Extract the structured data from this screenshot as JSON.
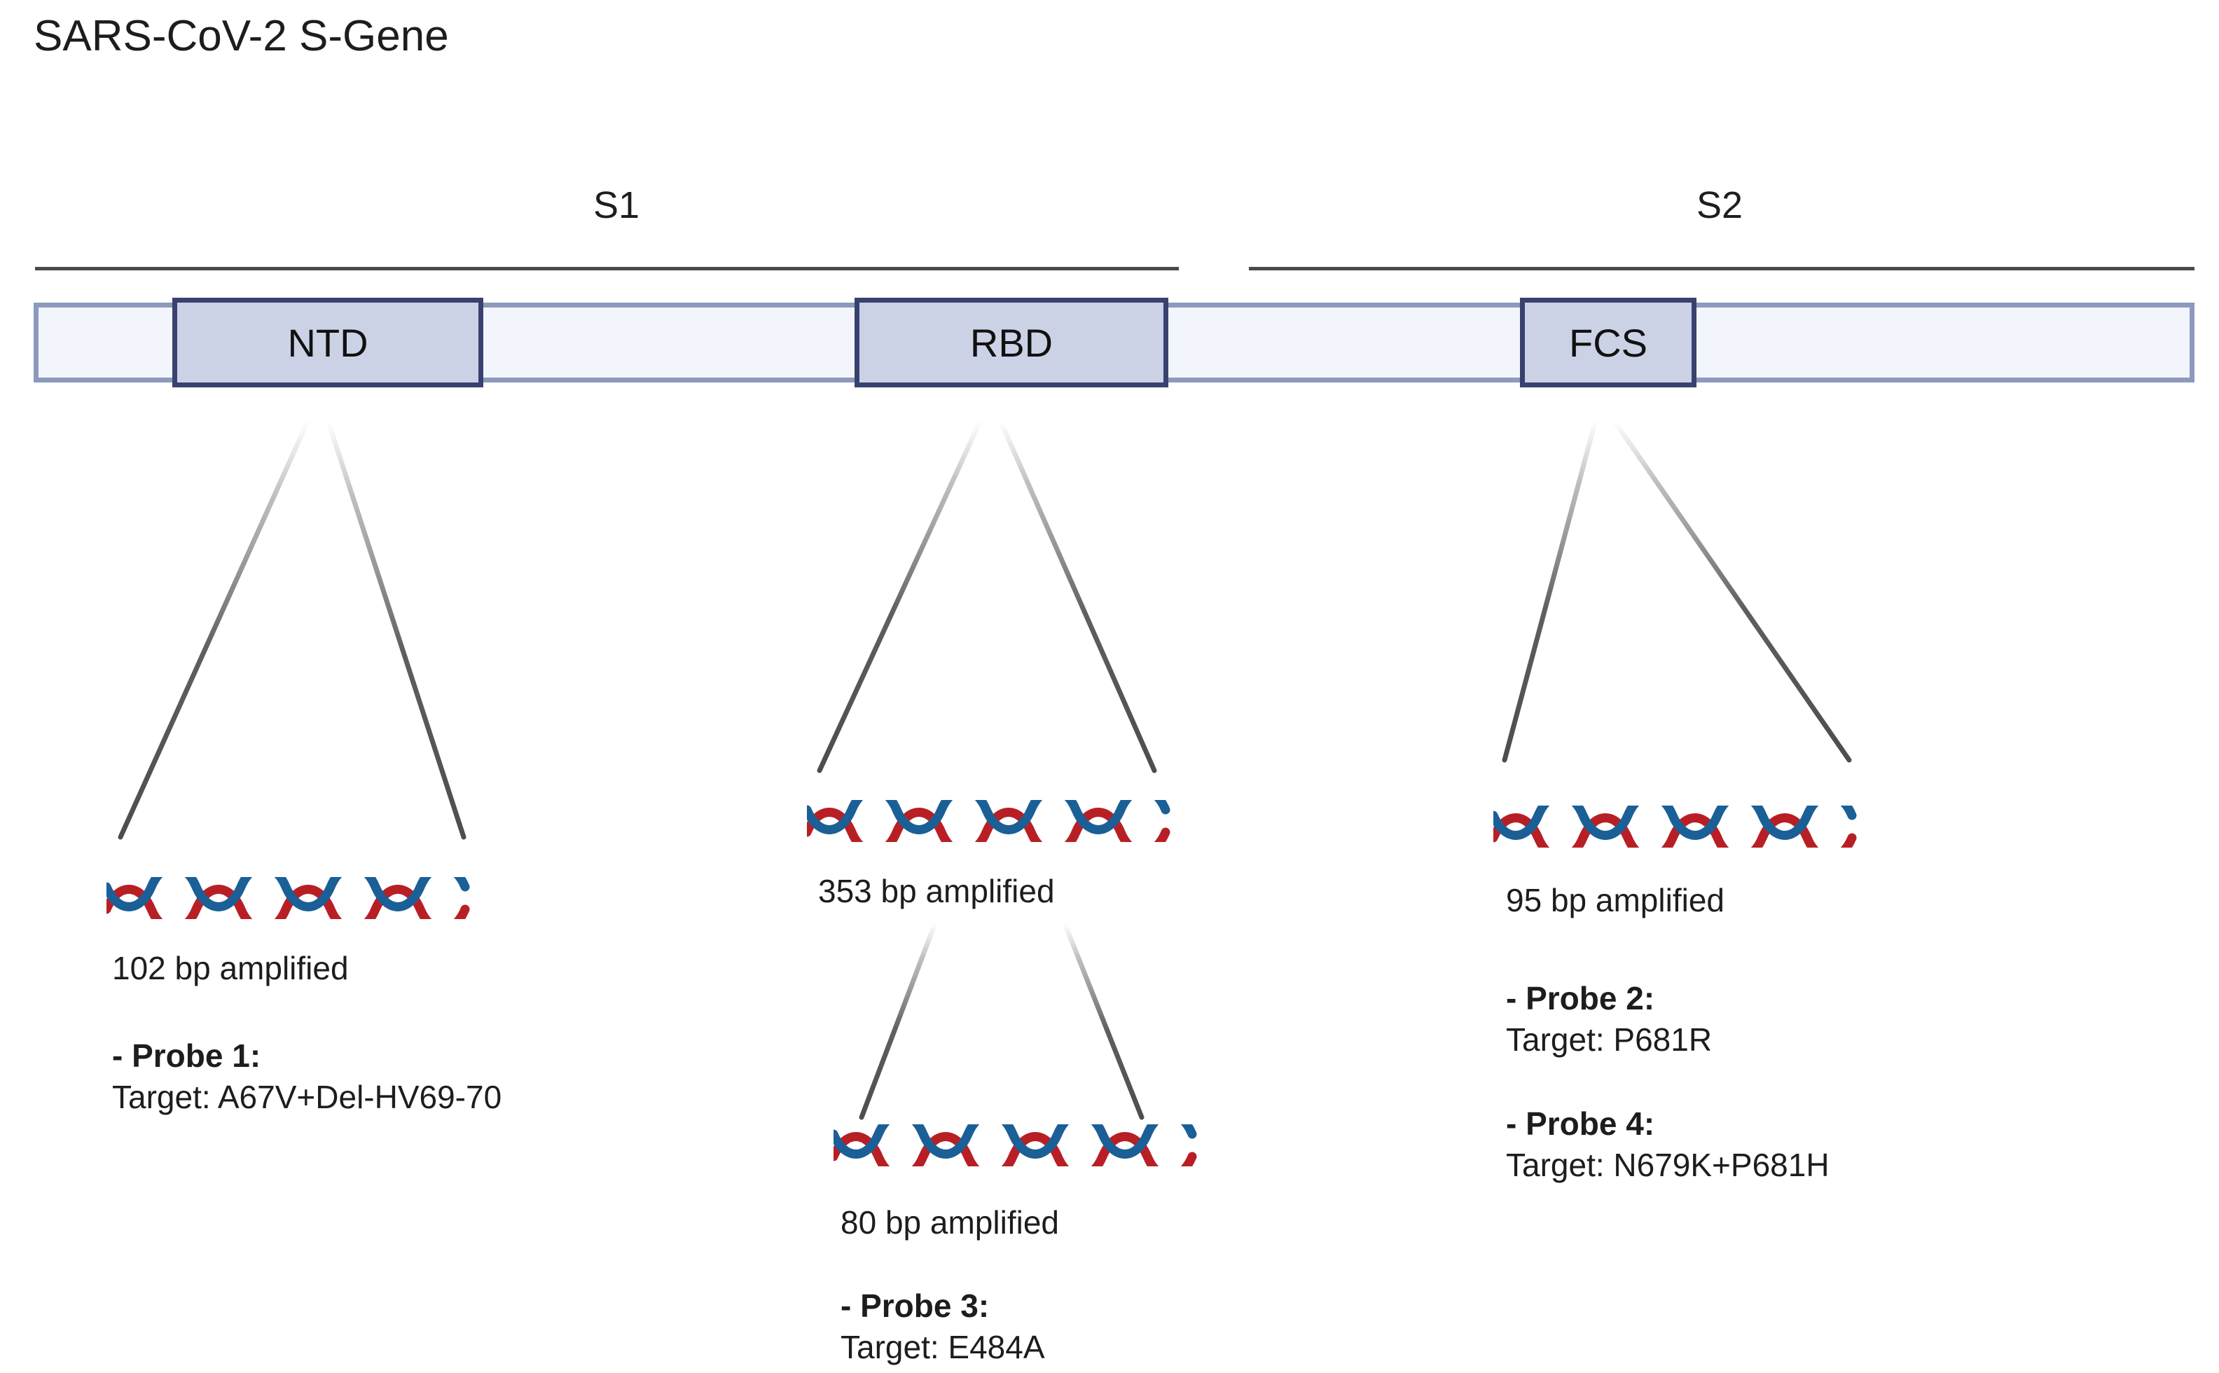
{
  "title": "SARS-CoV-2 S-Gene",
  "colors": {
    "bar_fill": "#f2f5fb",
    "bar_border": "#8d99bd",
    "domain_fill": "#ccd2e6",
    "domain_border": "#39426e",
    "helix_red": "#b81f25",
    "helix_blue": "#1b5f97",
    "rule": "#4a4a4a",
    "connector": "#595959",
    "text": "#1d1d1d"
  },
  "regions": [
    {
      "id": "s1",
      "label": "S1"
    },
    {
      "id": "s2",
      "label": "S2"
    }
  ],
  "domains": [
    {
      "id": "ntd",
      "label": "NTD"
    },
    {
      "id": "rbd",
      "label": "RBD"
    },
    {
      "id": "fcs",
      "label": "FCS"
    }
  ],
  "amplicons": [
    {
      "id": "ntd-amplicon",
      "source_domain": "NTD",
      "size_label": "102 bp amplified",
      "size_bp": 102,
      "probes": [
        {
          "name": "- Probe 1:",
          "target": "Target: A67V+Del-HV69-70"
        }
      ]
    },
    {
      "id": "rbd-amplicon-353",
      "source_domain": "RBD",
      "size_label": "353 bp amplified",
      "size_bp": 353,
      "probes": []
    },
    {
      "id": "rbd-amplicon-80",
      "source_domain": "RBD",
      "size_label": "80 bp amplified",
      "size_bp": 80,
      "probes": [
        {
          "name": "- Probe 3:",
          "target": "Target: E484A"
        }
      ]
    },
    {
      "id": "fcs-amplicon",
      "source_domain": "FCS",
      "size_label": "95 bp amplified",
      "size_bp": 95,
      "probes": [
        {
          "name": "- Probe 2:",
          "target": "Target: P681R"
        },
        {
          "name": "- Probe 4:",
          "target": "Target: N679K+P681H"
        }
      ]
    }
  ]
}
